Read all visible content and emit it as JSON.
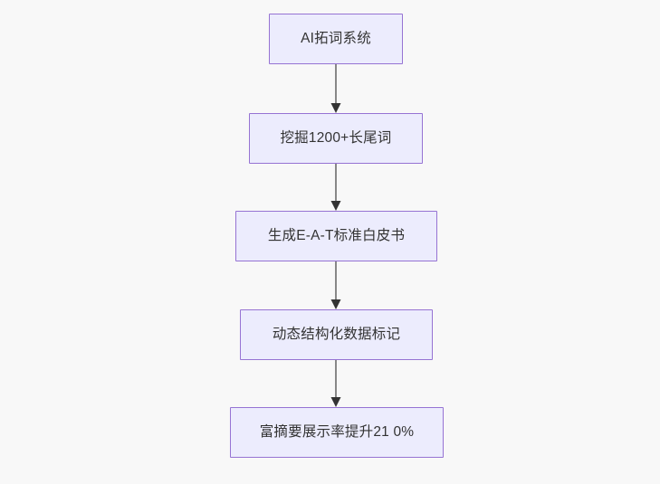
{
  "diagram": {
    "type": "flowchart",
    "direction": "top-to-bottom",
    "background_color": "#f8f8f8",
    "node_fill_color": "#ececfd",
    "node_border_color": "#9673d3",
    "node_text_color": "#333333",
    "connector_color": "#888888",
    "arrowhead_color": "#333333",
    "nodes": [
      {
        "id": "n0",
        "label": "AI拓词系统"
      },
      {
        "id": "n1",
        "label": "挖掘1200+长尾词"
      },
      {
        "id": "n2",
        "label": "生成E-A-T标准白皮书"
      },
      {
        "id": "n3",
        "label": "动态结构化数据标记"
      },
      {
        "id": "n4",
        "label": "富摘要展示率提升21 0%"
      }
    ],
    "edges": [
      {
        "from": "n0",
        "to": "n1",
        "label": ""
      },
      {
        "from": "n1",
        "to": "n2",
        "label": ""
      },
      {
        "from": "n2",
        "to": "n3",
        "label": ""
      },
      {
        "from": "n3",
        "to": "n4",
        "label": ""
      }
    ]
  }
}
